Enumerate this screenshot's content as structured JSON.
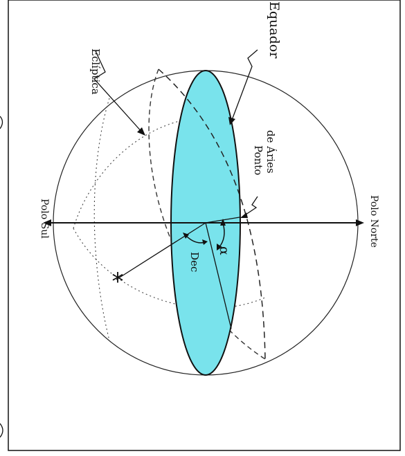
{
  "labels": {
    "ecliptic": "Eclíptica",
    "equator": "Equador",
    "aries_point_line1": "Ponto",
    "aries_point_line2": "de Áries",
    "south_pole": "Polo Sul",
    "north_pole": "Polo Norte",
    "declination": "Dec",
    "right_ascension": "α"
  },
  "star_glyph": "*",
  "colors": {
    "equator_fill": "#79e3ec",
    "line": "#111111",
    "background": "#ffffff"
  }
}
